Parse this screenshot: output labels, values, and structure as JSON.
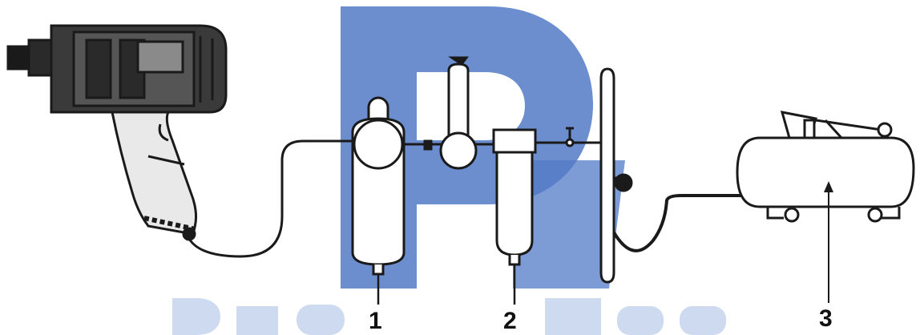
{
  "callouts": [
    {
      "label": "1"
    },
    {
      "label": "2"
    },
    {
      "label": "3"
    }
  ],
  "watermark": {
    "text": "Pro-Tech",
    "color": "#c9d6ee",
    "logo_color": "#3f6cc0"
  },
  "colors": {
    "ink": "#1a1a1a",
    "background": "#ffffff"
  },
  "icons": {
    "tool": "impact-wrench-icon",
    "unit_1": "water-separator-filter-icon",
    "unit_2": "pressure-regulator-filter-icon",
    "unit_3": "air-compressor-icon"
  }
}
